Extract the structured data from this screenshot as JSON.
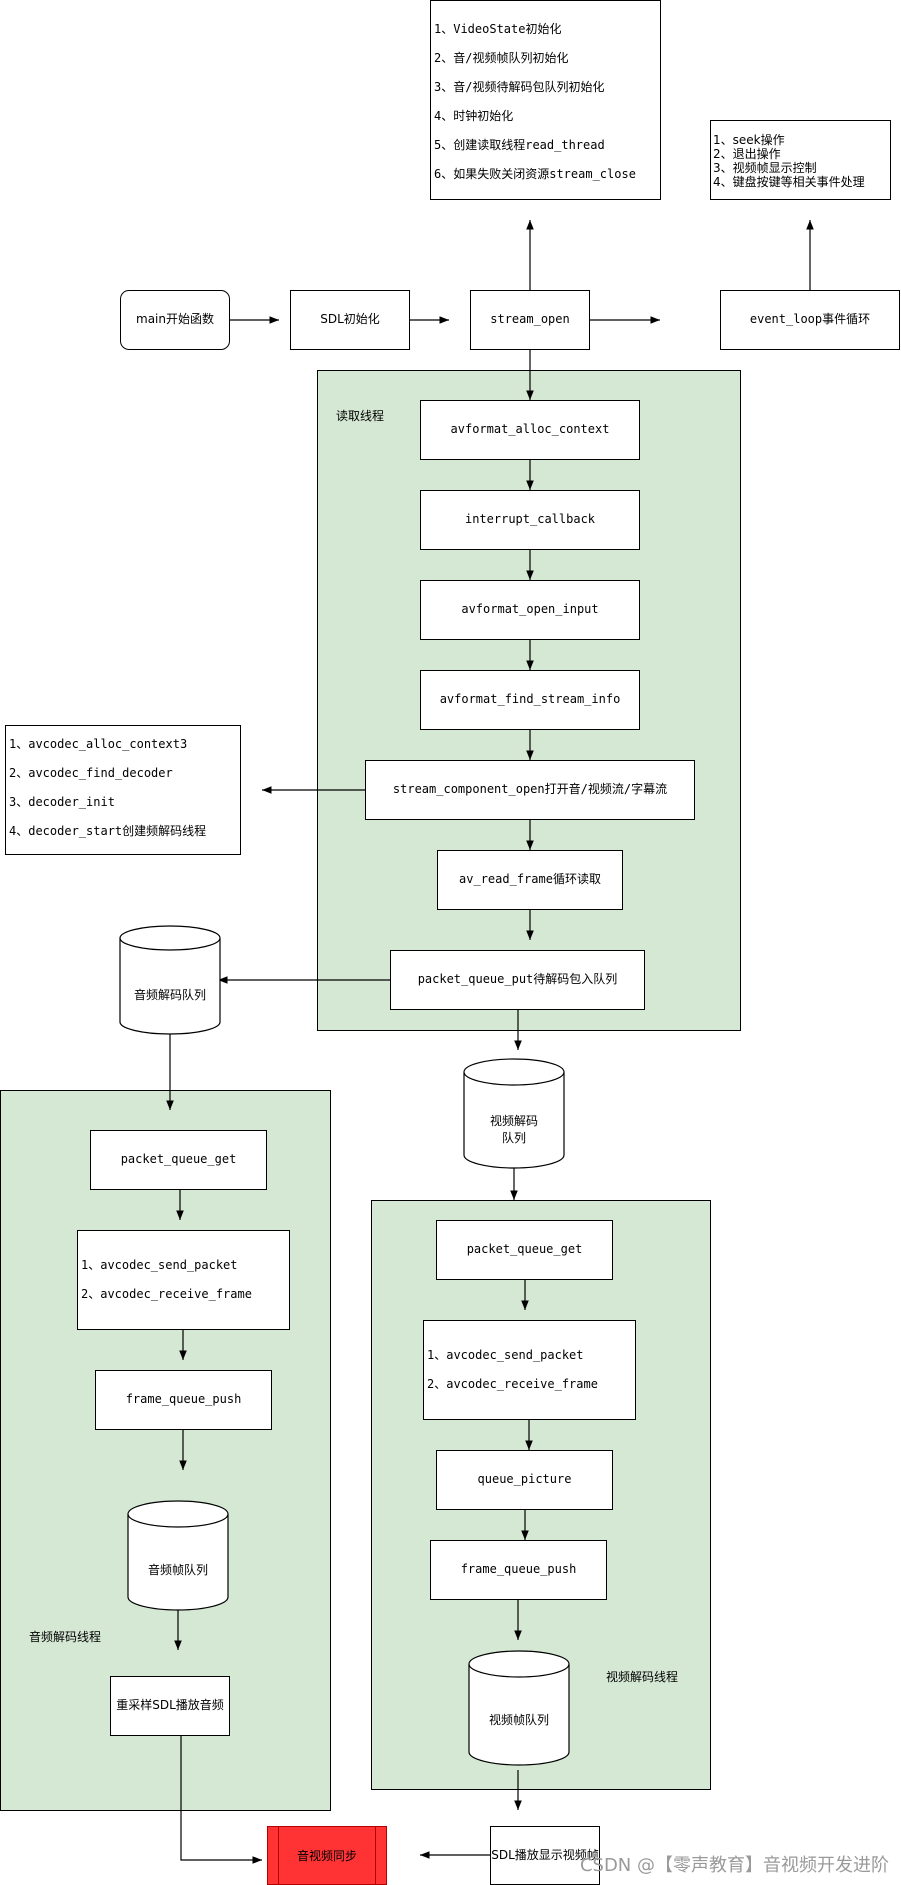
{
  "nodes": {
    "main": "main开始函数",
    "sdl_init": "SDL初始化",
    "stream_open": "stream_open",
    "event_loop": "event_loop事件循环",
    "avformat_alloc_context": "avformat_alloc_context",
    "interrupt_callback": "interrupt_callback",
    "avformat_open_input": "avformat_open_input",
    "avformat_find_stream_info": "avformat_find_stream_info",
    "stream_component_open": "stream_component_open打开音/视频流/字幕流",
    "av_read_frame": "av_read_frame循环读取",
    "packet_queue_put": "packet_queue_put待解码包入队列",
    "audio_packet_queue_get": "packet_queue_get",
    "audio_frame_queue_push": "frame_queue_push",
    "audio_resample_play": "重采样SDL播放音频",
    "video_packet_queue_get": "packet_queue_get",
    "video_queue_picture": "queue_picture",
    "video_frame_queue_push": "frame_queue_push",
    "sdl_display_video": "SDL播放显示视频帧",
    "av_sync": "音视频同步"
  },
  "notes": {
    "stream_open_steps": [
      "1、VideoState初始化",
      "2、音/视频帧队列初始化",
      "3、音/视频待解码包队列初始化",
      "4、时钟初始化",
      "5、创建读取线程read_thread",
      "6、如果失败关闭资源stream_close"
    ],
    "event_loop_steps": [
      "1、seek操作",
      "2、退出操作",
      "3、视频帧显示控制",
      "4、键盘按键等相关事件处理"
    ],
    "decoder_steps": [
      "1、avcodec_alloc_context3",
      "2、avcodec_find_decoder",
      "3、decoder_init",
      "4、decoder_start创建频解码线程"
    ],
    "audio_decode_steps": [
      "1、avcodec_send_packet",
      "2、avcodec_receive_frame"
    ],
    "video_decode_steps": [
      "1、avcodec_send_packet",
      "2、avcodec_receive_frame"
    ]
  },
  "regions": {
    "read_thread": "读取线程",
    "audio_decode_thread": "音频解码线程",
    "video_decode_thread": "视频解码线程"
  },
  "queues": {
    "audio_packet_queue": "音频解码队列",
    "video_packet_queue_line1": "视频解码",
    "video_packet_queue_line2": "队列",
    "audio_frame_queue": "音频帧队列",
    "video_frame_queue": "视频帧队列"
  },
  "watermark": "CSDN @【零声教育】音视频开发进阶"
}
